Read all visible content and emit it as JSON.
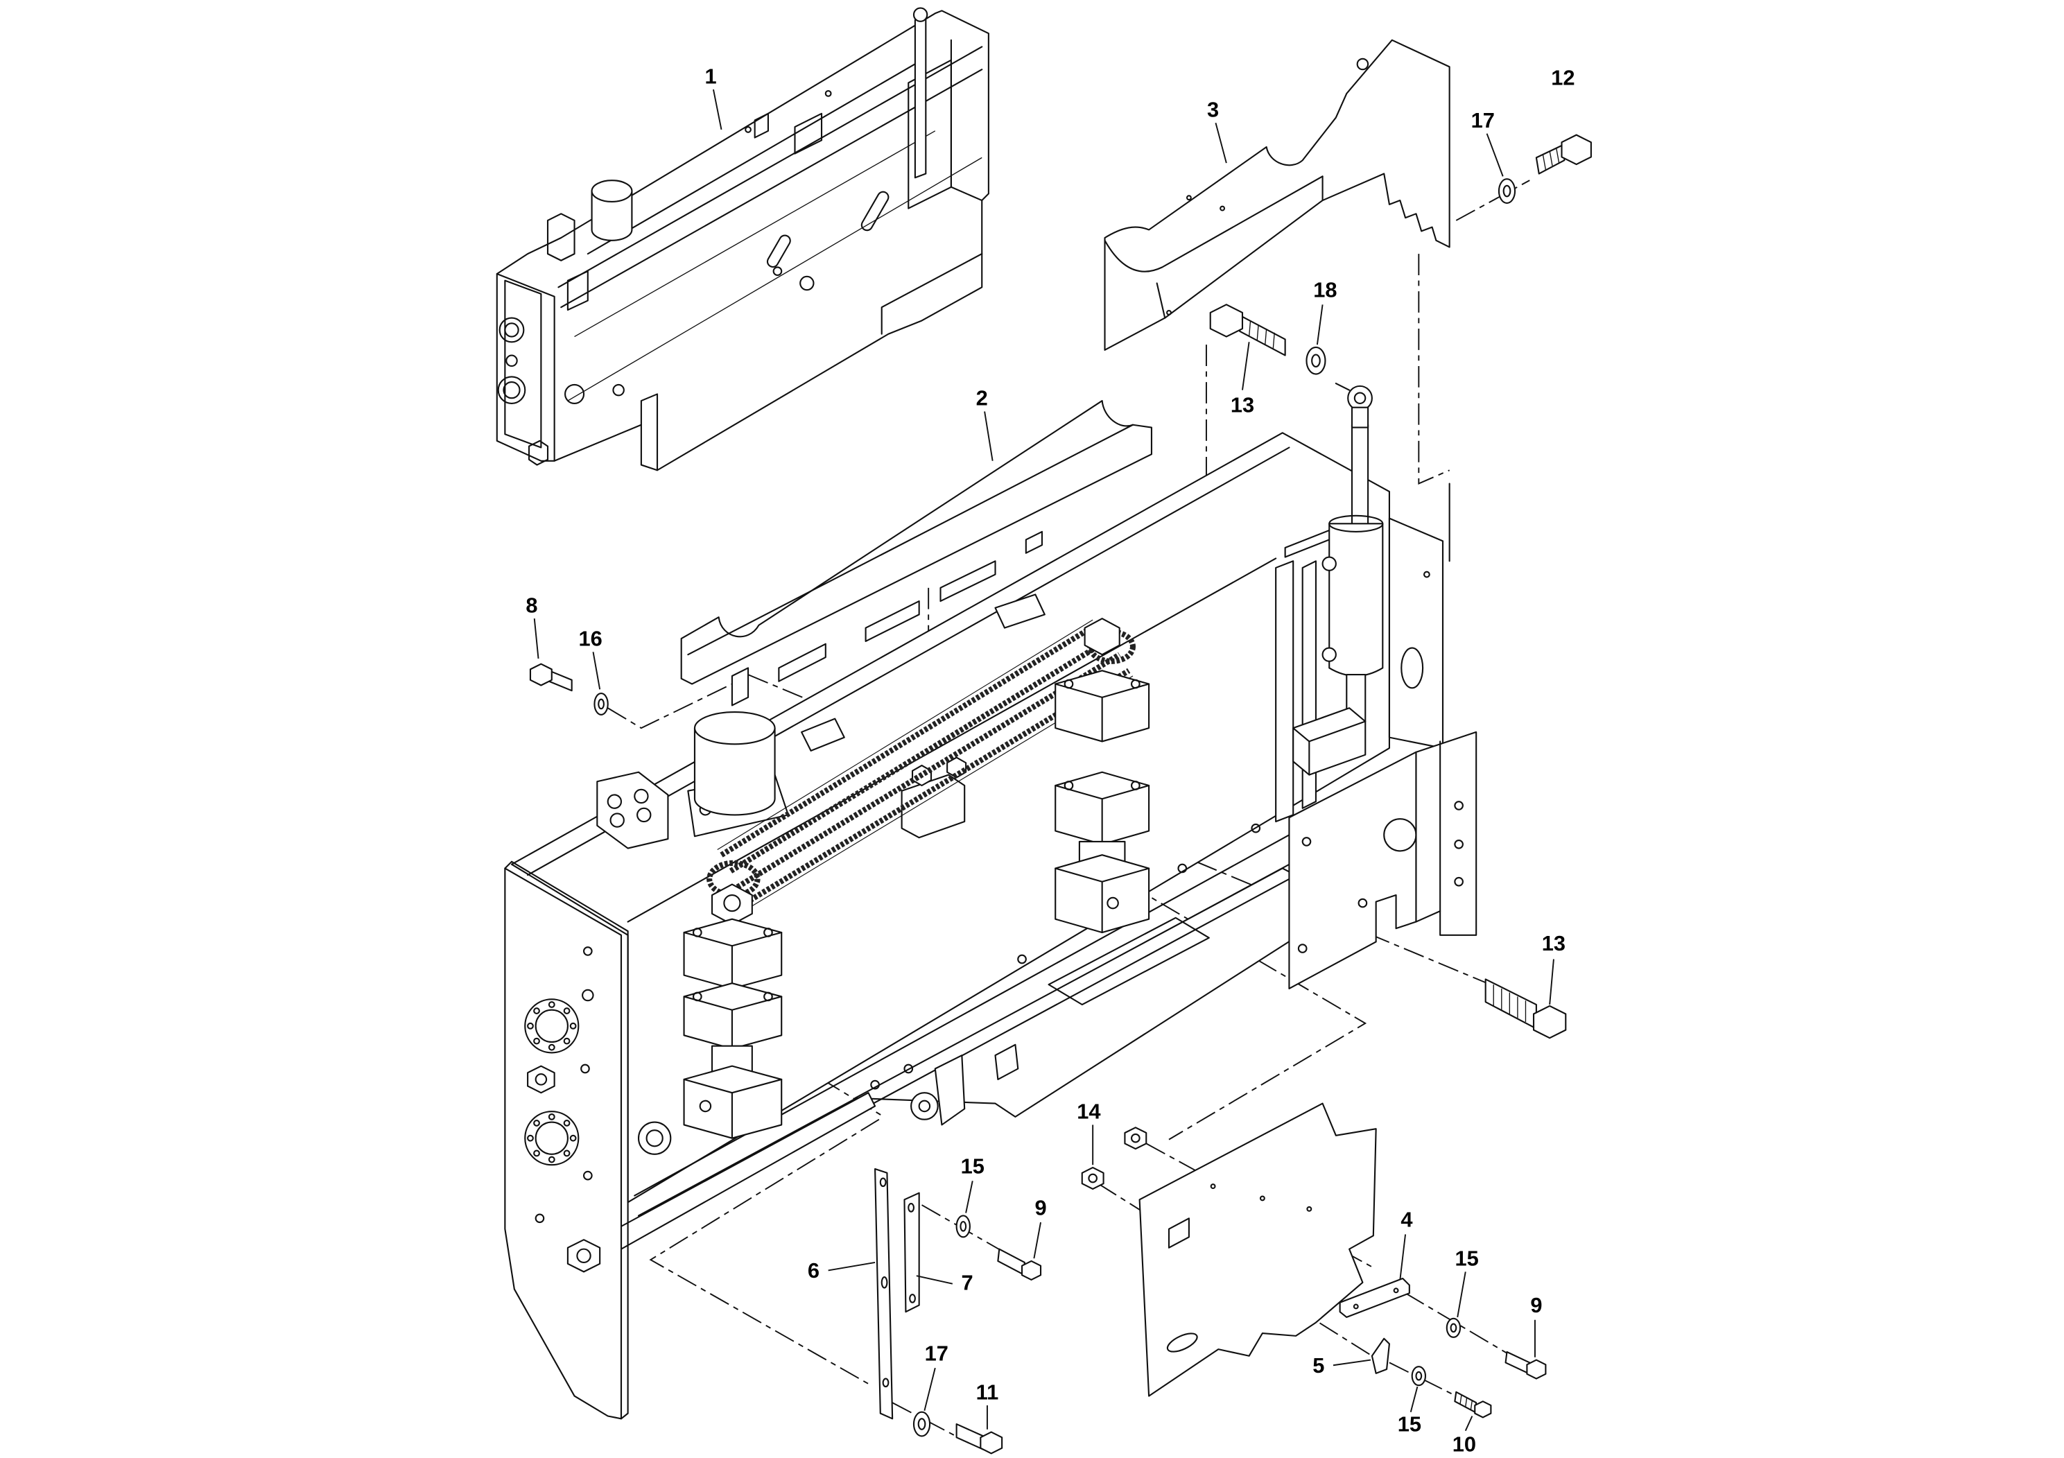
{
  "callouts": [
    "1",
    "3",
    "12",
    "17",
    "18",
    "13",
    "2",
    "8",
    "16",
    "13",
    "14",
    "15",
    "9",
    "6",
    "7",
    "17",
    "11",
    "4",
    "15",
    "9",
    "5",
    "15",
    "10"
  ]
}
